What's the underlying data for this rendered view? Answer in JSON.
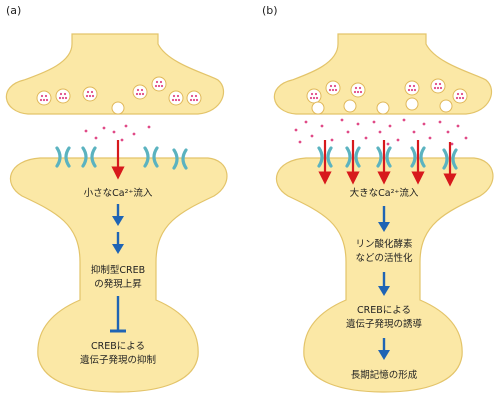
{
  "panel_a": {
    "label": "(a)",
    "step1": "小さなCa²⁺流入",
    "step2_line1": "抑制型CREB",
    "step2_line2": "の発現上昇",
    "step3_line1": "CREBによる",
    "step3_line2": "遺伝子発現の抑制"
  },
  "panel_b": {
    "label": "(b)",
    "step1": "大きなCa²⁺流入",
    "step2_line1": "リン酸化酵素",
    "step2_line2": "などの活性化",
    "step3_line1": "CREBによる",
    "step3_line2": "遺伝子発現の誘導",
    "step4": "長期記憶の形成"
  },
  "colors": {
    "cell_fill": "#fbe8a6",
    "cell_stroke": "#e3c46a",
    "vesicle_dot": "#e04a87",
    "channel": "#5bb3c0",
    "ca_arrow": "#d7191c",
    "signal_arrow": "#1f64b4"
  }
}
